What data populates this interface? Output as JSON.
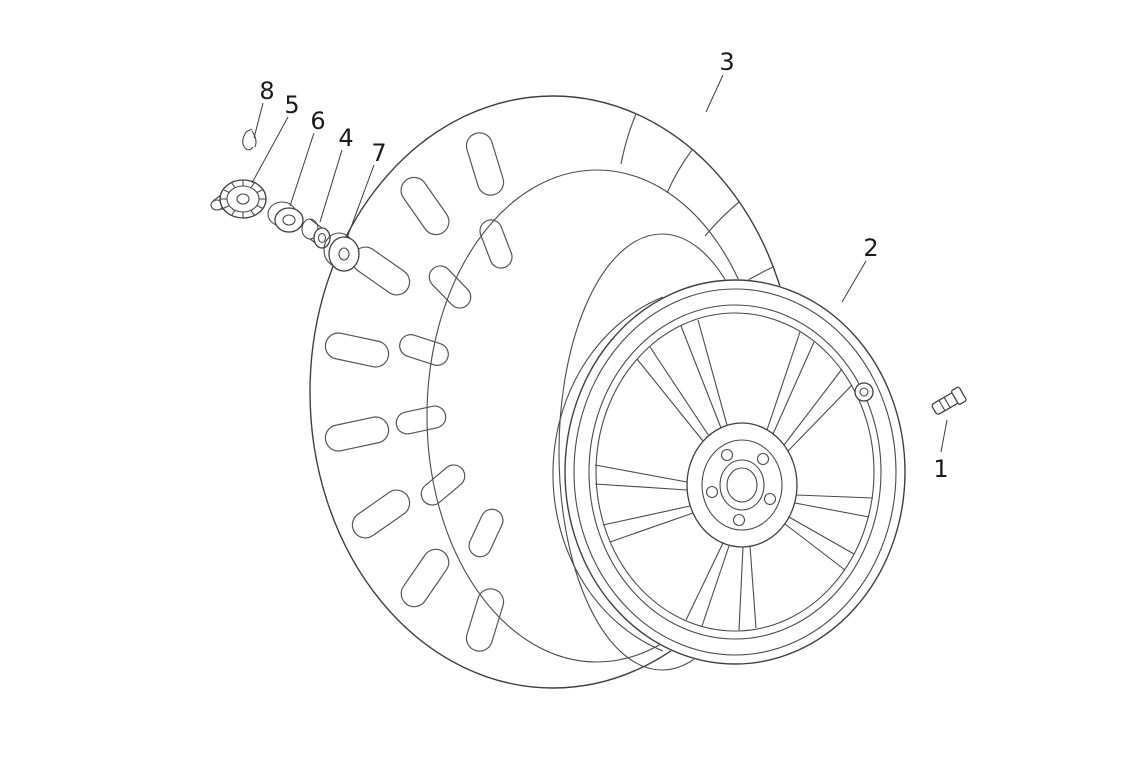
{
  "diagram": {
    "description": "Exploded parts diagram of a scooter rear wheel assembly",
    "background_color": "#ffffff",
    "line_color": "#3f3f3f",
    "label_color": "#1a1a1a",
    "labels": {
      "part1": "1",
      "part2": "2",
      "part3": "3",
      "part4": "4",
      "part5": "5",
      "part6": "6",
      "part7": "7",
      "part8": "8"
    },
    "parts": {
      "part1_name": "valve-stem",
      "part2_name": "wheel-rim",
      "part3_name": "tire",
      "part4_name": "spacer-bushing",
      "part5_name": "hub-nut",
      "part6_name": "washer-small",
      "part7_name": "washer-large",
      "part8_name": "retaining-clip"
    }
  }
}
